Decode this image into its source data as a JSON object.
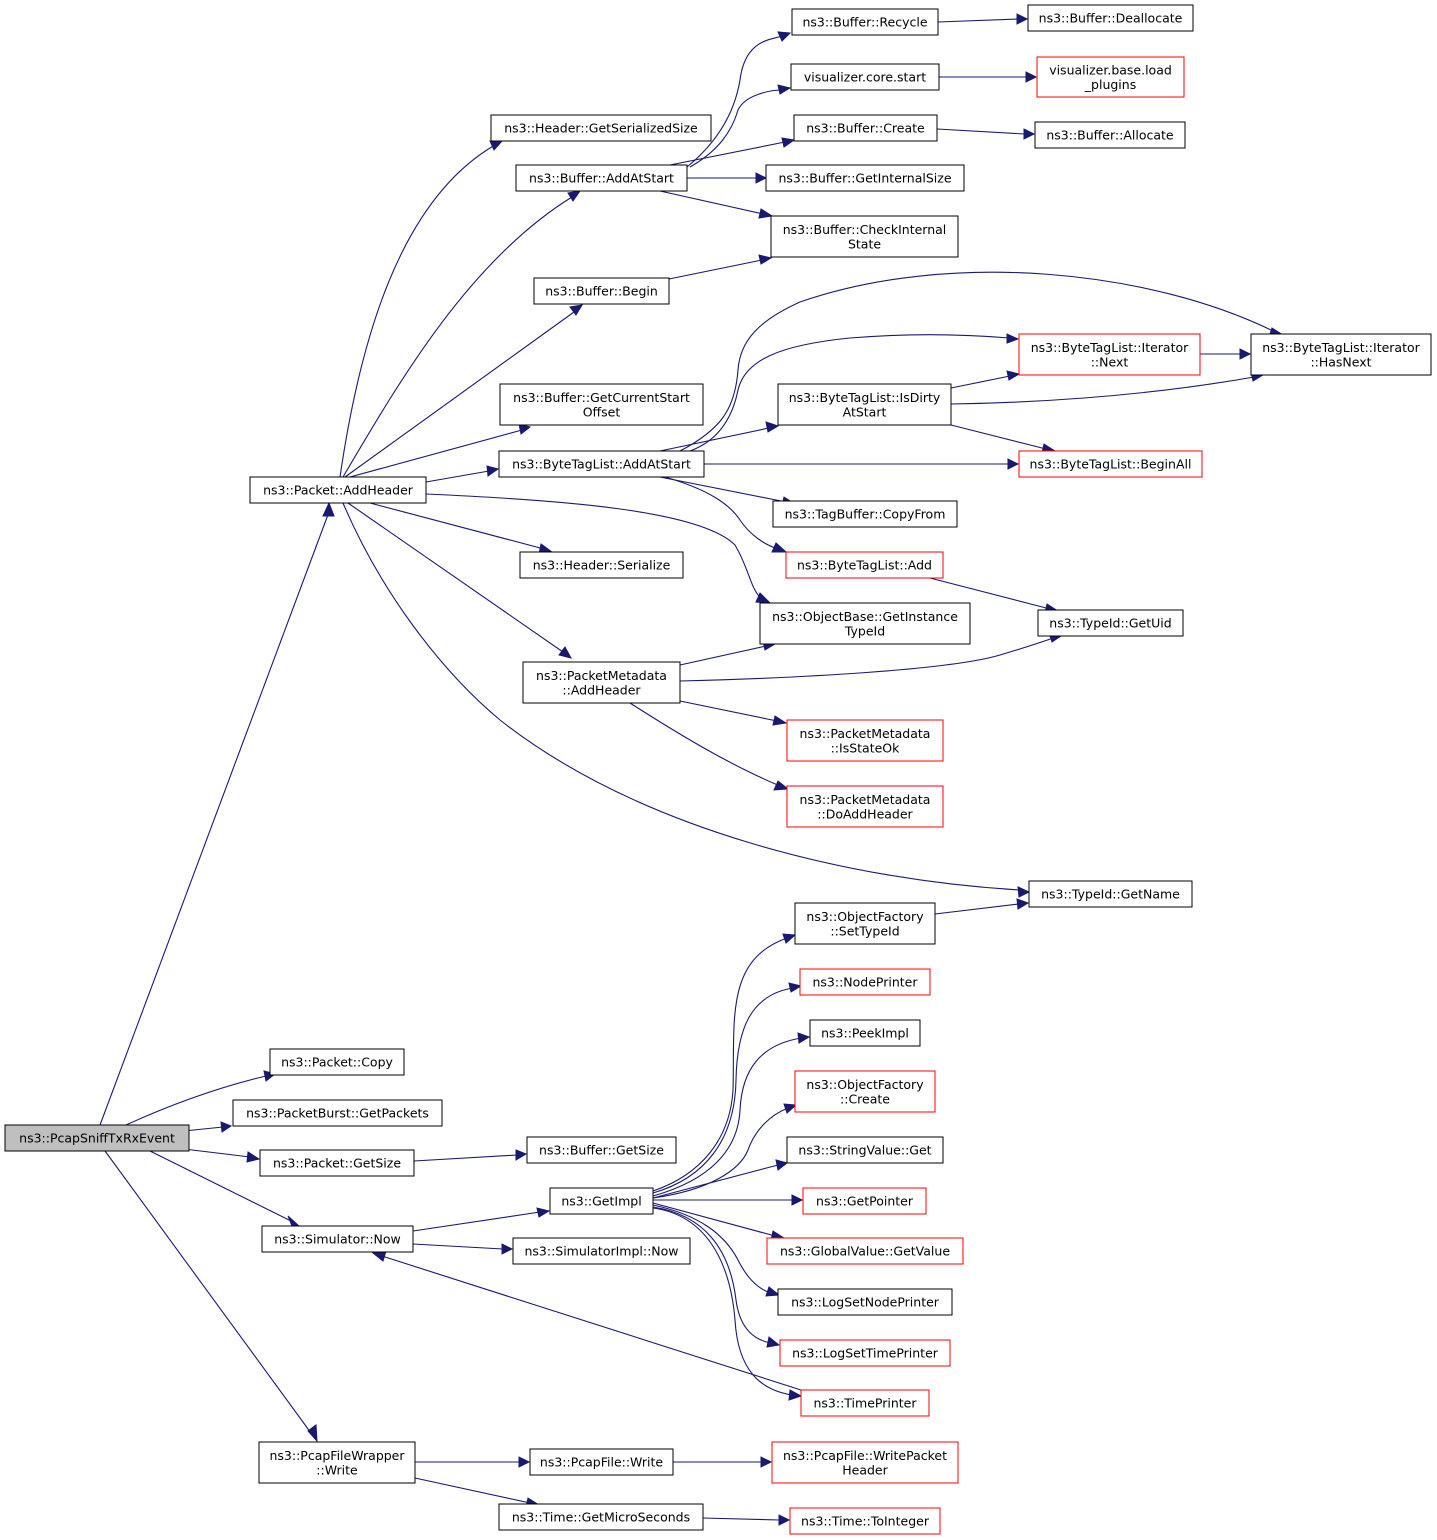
{
  "graph": {
    "nodes": [
      {
        "id": "pcap_sniff",
        "name": "node-pcap-sniff-tx-rx-event",
        "lines": [
          "ns3::PcapSniffTxRxEvent"
        ],
        "style": "root"
      },
      {
        "id": "packet_addheader",
        "name": "node-packet-add-header",
        "lines": [
          "ns3::Packet::AddHeader"
        ],
        "style": "normal"
      },
      {
        "id": "packet_copy",
        "name": "node-packet-copy",
        "lines": [
          "ns3::Packet::Copy"
        ],
        "style": "normal"
      },
      {
        "id": "packetburst_getpackets",
        "name": "node-packet-burst-get-packets",
        "lines": [
          "ns3::PacketBurst::GetPackets"
        ],
        "style": "normal"
      },
      {
        "id": "packet_getsize",
        "name": "node-packet-get-size",
        "lines": [
          "ns3::Packet::GetSize"
        ],
        "style": "normal"
      },
      {
        "id": "simulator_now",
        "name": "node-simulator-now",
        "lines": [
          "ns3::Simulator::Now"
        ],
        "style": "normal"
      },
      {
        "id": "pcapfilewrapper_write",
        "name": "node-pcap-file-wrapper-write",
        "lines": [
          "ns3::PcapFileWrapper",
          "::Write"
        ],
        "style": "normal"
      },
      {
        "id": "header_getserializedsize",
        "name": "node-header-get-serialized-size",
        "lines": [
          "ns3::Header::GetSerializedSize"
        ],
        "style": "normal"
      },
      {
        "id": "buffer_addatstart",
        "name": "node-buffer-add-at-start",
        "lines": [
          "ns3::Buffer::AddAtStart"
        ],
        "style": "normal"
      },
      {
        "id": "buffer_begin",
        "name": "node-buffer-begin",
        "lines": [
          "ns3::Buffer::Begin"
        ],
        "style": "normal"
      },
      {
        "id": "buffer_getcurrentstartoffset",
        "name": "node-buffer-get-current-start-offset",
        "lines": [
          "ns3::Buffer::GetCurrentStart",
          "Offset"
        ],
        "style": "normal"
      },
      {
        "id": "bytetaglist_addatstart",
        "name": "node-byte-tag-list-add-at-start",
        "lines": [
          "ns3::ByteTagList::AddAtStart"
        ],
        "style": "normal"
      },
      {
        "id": "header_serialize",
        "name": "node-header-serialize",
        "lines": [
          "ns3::Header::Serialize"
        ],
        "style": "normal"
      },
      {
        "id": "packetmetadata_addheader",
        "name": "node-packet-metadata-add-header",
        "lines": [
          "ns3::PacketMetadata",
          "::AddHeader"
        ],
        "style": "normal"
      },
      {
        "id": "buffer_getsize",
        "name": "node-buffer-get-size",
        "lines": [
          "ns3::Buffer::GetSize"
        ],
        "style": "normal"
      },
      {
        "id": "getimpl",
        "name": "node-get-impl",
        "lines": [
          "ns3::GetImpl"
        ],
        "style": "normal"
      },
      {
        "id": "simulatorimpl_now",
        "name": "node-simulator-impl-now",
        "lines": [
          "ns3::SimulatorImpl::Now"
        ],
        "style": "normal"
      },
      {
        "id": "pcapfile_write",
        "name": "node-pcap-file-write",
        "lines": [
          "ns3::PcapFile::Write"
        ],
        "style": "normal"
      },
      {
        "id": "time_getmicroseconds",
        "name": "node-time-get-micro-seconds",
        "lines": [
          "ns3::Time::GetMicroSeconds"
        ],
        "style": "normal"
      },
      {
        "id": "buffer_recycle",
        "name": "node-buffer-recycle",
        "lines": [
          "ns3::Buffer::Recycle"
        ],
        "style": "normal"
      },
      {
        "id": "visualizer_core_start",
        "name": "node-visualizer-core-start",
        "lines": [
          "visualizer.core.start"
        ],
        "style": "normal"
      },
      {
        "id": "buffer_create",
        "name": "node-buffer-create",
        "lines": [
          "ns3::Buffer::Create"
        ],
        "style": "normal"
      },
      {
        "id": "buffer_getinternalsize",
        "name": "node-buffer-get-internal-size",
        "lines": [
          "ns3::Buffer::GetInternalSize"
        ],
        "style": "normal"
      },
      {
        "id": "buffer_checkinternalstate",
        "name": "node-buffer-check-internal-state",
        "lines": [
          "ns3::Buffer::CheckInternal",
          "State"
        ],
        "style": "normal"
      },
      {
        "id": "bytetaglist_isdirtyatstart",
        "name": "node-byte-tag-list-is-dirty-at-start",
        "lines": [
          "ns3::ByteTagList::IsDirty",
          "AtStart"
        ],
        "style": "normal"
      },
      {
        "id": "tagbuffer_copyfrom",
        "name": "node-tag-buffer-copy-from",
        "lines": [
          "ns3::TagBuffer::CopyFrom"
        ],
        "style": "normal"
      },
      {
        "id": "bytetaglist_add",
        "name": "node-byte-tag-list-add",
        "lines": [
          "ns3::ByteTagList::Add"
        ],
        "style": "red"
      },
      {
        "id": "objectbase_getinstancetypeid",
        "name": "node-object-base-get-instance-type-id",
        "lines": [
          "ns3::ObjectBase::GetInstance",
          "TypeId"
        ],
        "style": "normal"
      },
      {
        "id": "packetmetadata_isstateok",
        "name": "node-packet-metadata-is-state-ok",
        "lines": [
          "ns3::PacketMetadata",
          "::IsStateOk"
        ],
        "style": "red"
      },
      {
        "id": "packetmetadata_doaddheader",
        "name": "node-packet-metadata-do-add-header",
        "lines": [
          "ns3::PacketMetadata",
          "::DoAddHeader"
        ],
        "style": "red"
      },
      {
        "id": "objectfactory_settypeid",
        "name": "node-object-factory-set-type-id",
        "lines": [
          "ns3::ObjectFactory",
          "::SetTypeId"
        ],
        "style": "normal"
      },
      {
        "id": "nodeprinter",
        "name": "node-node-printer",
        "lines": [
          "ns3::NodePrinter"
        ],
        "style": "red"
      },
      {
        "id": "peekimpl",
        "name": "node-peek-impl",
        "lines": [
          "ns3::PeekImpl"
        ],
        "style": "normal"
      },
      {
        "id": "objectfactory_create",
        "name": "node-object-factory-create",
        "lines": [
          "ns3::ObjectFactory",
          "::Create"
        ],
        "style": "red"
      },
      {
        "id": "stringvalue_get",
        "name": "node-string-value-get",
        "lines": [
          "ns3::StringValue::Get"
        ],
        "style": "normal"
      },
      {
        "id": "getpointer",
        "name": "node-get-pointer",
        "lines": [
          "ns3::GetPointer"
        ],
        "style": "red"
      },
      {
        "id": "globalvalue_getvalue",
        "name": "node-global-value-get-value",
        "lines": [
          "ns3::GlobalValue::GetValue"
        ],
        "style": "red"
      },
      {
        "id": "logsetnodeprinter",
        "name": "node-log-set-node-printer",
        "lines": [
          "ns3::LogSetNodePrinter"
        ],
        "style": "normal"
      },
      {
        "id": "logsettimeprinter",
        "name": "node-log-set-time-printer",
        "lines": [
          "ns3::LogSetTimePrinter"
        ],
        "style": "red"
      },
      {
        "id": "timeprinter",
        "name": "node-time-printer",
        "lines": [
          "ns3::TimePrinter"
        ],
        "style": "red"
      },
      {
        "id": "pcapfile_writepacketheader",
        "name": "node-pcap-file-write-packet-header",
        "lines": [
          "ns3::PcapFile::WritePacket",
          "Header"
        ],
        "style": "red"
      },
      {
        "id": "time_tointeger",
        "name": "node-time-to-integer",
        "lines": [
          "ns3::Time::ToInteger"
        ],
        "style": "red"
      },
      {
        "id": "buffer_deallocate",
        "name": "node-buffer-deallocate",
        "lines": [
          "ns3::Buffer::Deallocate"
        ],
        "style": "normal"
      },
      {
        "id": "visualizer_base_load_plugins",
        "name": "node-visualizer-base-load-plugins",
        "lines": [
          "visualizer.base.load",
          "_plugins"
        ],
        "style": "red"
      },
      {
        "id": "buffer_allocate",
        "name": "node-buffer-allocate",
        "lines": [
          "ns3::Buffer::Allocate"
        ],
        "style": "normal"
      },
      {
        "id": "bytetaglist_iterator_next",
        "name": "node-byte-tag-list-iterator-next",
        "lines": [
          "ns3::ByteTagList::Iterator",
          "::Next"
        ],
        "style": "red"
      },
      {
        "id": "bytetaglist_beginall",
        "name": "node-byte-tag-list-begin-all",
        "lines": [
          "ns3::ByteTagList::BeginAll"
        ],
        "style": "red"
      },
      {
        "id": "typeid_getuid",
        "name": "node-type-id-get-uid",
        "lines": [
          "ns3::TypeId::GetUid"
        ],
        "style": "normal"
      },
      {
        "id": "typeid_getname",
        "name": "node-type-id-get-name",
        "lines": [
          "ns3::TypeId::GetName"
        ],
        "style": "normal"
      },
      {
        "id": "bytetaglist_iterator_hasnext",
        "name": "node-byte-tag-list-iterator-has-next",
        "lines": [
          "ns3::ByteTagList::Iterator",
          "::HasNext"
        ],
        "style": "normal"
      }
    ]
  }
}
